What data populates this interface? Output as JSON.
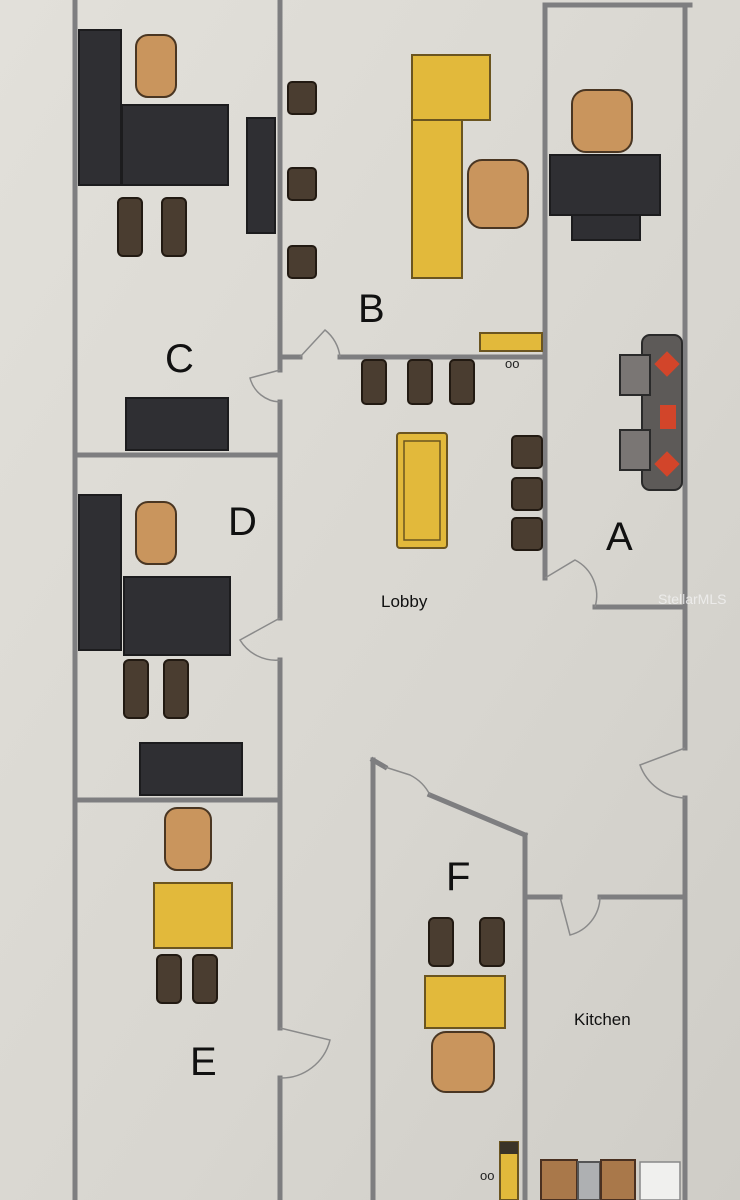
{
  "rooms": {
    "a": "A",
    "b": "B",
    "c": "C",
    "d": "D",
    "e": "E",
    "f": "F",
    "lobby": "Lobby",
    "kitchen": "Kitchen"
  },
  "marks": {
    "b_outlet": "oo",
    "f_outlet": "oo"
  },
  "watermark": "StellarMLS",
  "colors": {
    "paper": "#dcdad4",
    "wall": "#7e7e80",
    "desk_dark": "#2f2f33",
    "desk_yellow": "#e2b93b",
    "chair_tan": "#c9955d",
    "sofa_accent": "#d2452a"
  }
}
